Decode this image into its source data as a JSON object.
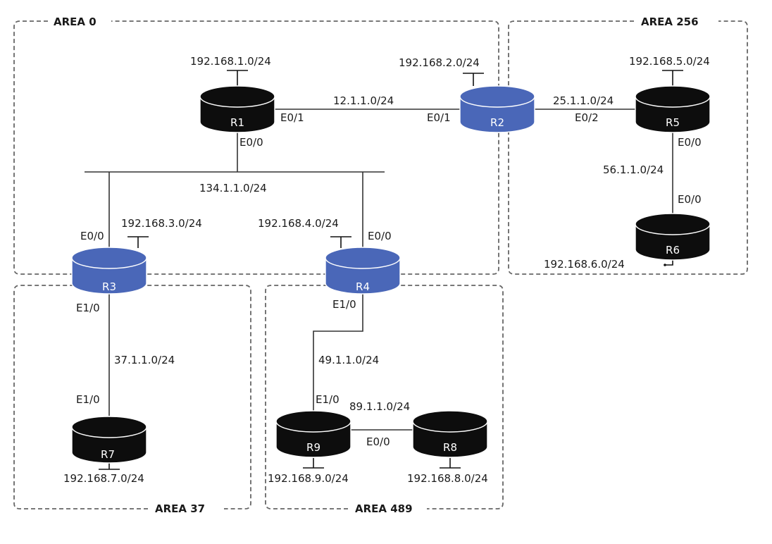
{
  "colors": {
    "router_default": "#0d0d0d",
    "router_abr": "#4a67b8",
    "router_edge": "#ffffff",
    "link": "#333333",
    "area_border": "#666666"
  },
  "areas": {
    "area0": "AREA 0",
    "area256": "AREA 256",
    "area37": "AREA 37",
    "area489": "AREA 489"
  },
  "routers": [
    {
      "id": "R1",
      "label": "R1",
      "role": "internal"
    },
    {
      "id": "R2",
      "label": "R2",
      "role": "abr"
    },
    {
      "id": "R3",
      "label": "R3",
      "role": "abr"
    },
    {
      "id": "R4",
      "label": "R4",
      "role": "abr"
    },
    {
      "id": "R5",
      "label": "R5",
      "role": "internal"
    },
    {
      "id": "R6",
      "label": "R6",
      "role": "internal"
    },
    {
      "id": "R7",
      "label": "R7",
      "role": "internal"
    },
    {
      "id": "R8",
      "label": "R8",
      "role": "internal"
    },
    {
      "id": "R9",
      "label": "R9",
      "role": "internal"
    }
  ],
  "networks": {
    "lan_r1": "192.168.1.0/24",
    "lan_r2": "192.168.2.0/24",
    "lan_r3": "192.168.3.0/24",
    "lan_r4": "192.168.4.0/24",
    "lan_r5": "192.168.5.0/24",
    "lan_r6": "192.168.6.0/24",
    "lan_r7": "192.168.7.0/24",
    "lan_r8": "192.168.8.0/24",
    "lan_r9": "192.168.9.0/24",
    "link_r1_r2": "12.1.1.0/24",
    "link_r2_r5": "25.1.1.0/24",
    "link_r5_r6": "56.1.1.0/24",
    "link_shared_134": "134.1.1.0/24",
    "link_r3_r7": "37.1.1.0/24",
    "link_r4_r9": "49.1.1.0/24",
    "link_r9_r8": "89.1.1.0/24"
  },
  "interfaces": {
    "r1_e01": "E0/1",
    "r1_e00": "E0/0",
    "r2_e01": "E0/1",
    "r2_e02": "E0/2",
    "r5_e00": "E0/0",
    "r6_e00": "E0/0",
    "r3_e00": "E0/0",
    "r4_e00": "E0/0",
    "r3_e10": "E1/0",
    "r4_e10": "E1/0",
    "r7_e10": "E1/0",
    "r9_e10": "E1/0",
    "r8_e00": "E0/0"
  }
}
